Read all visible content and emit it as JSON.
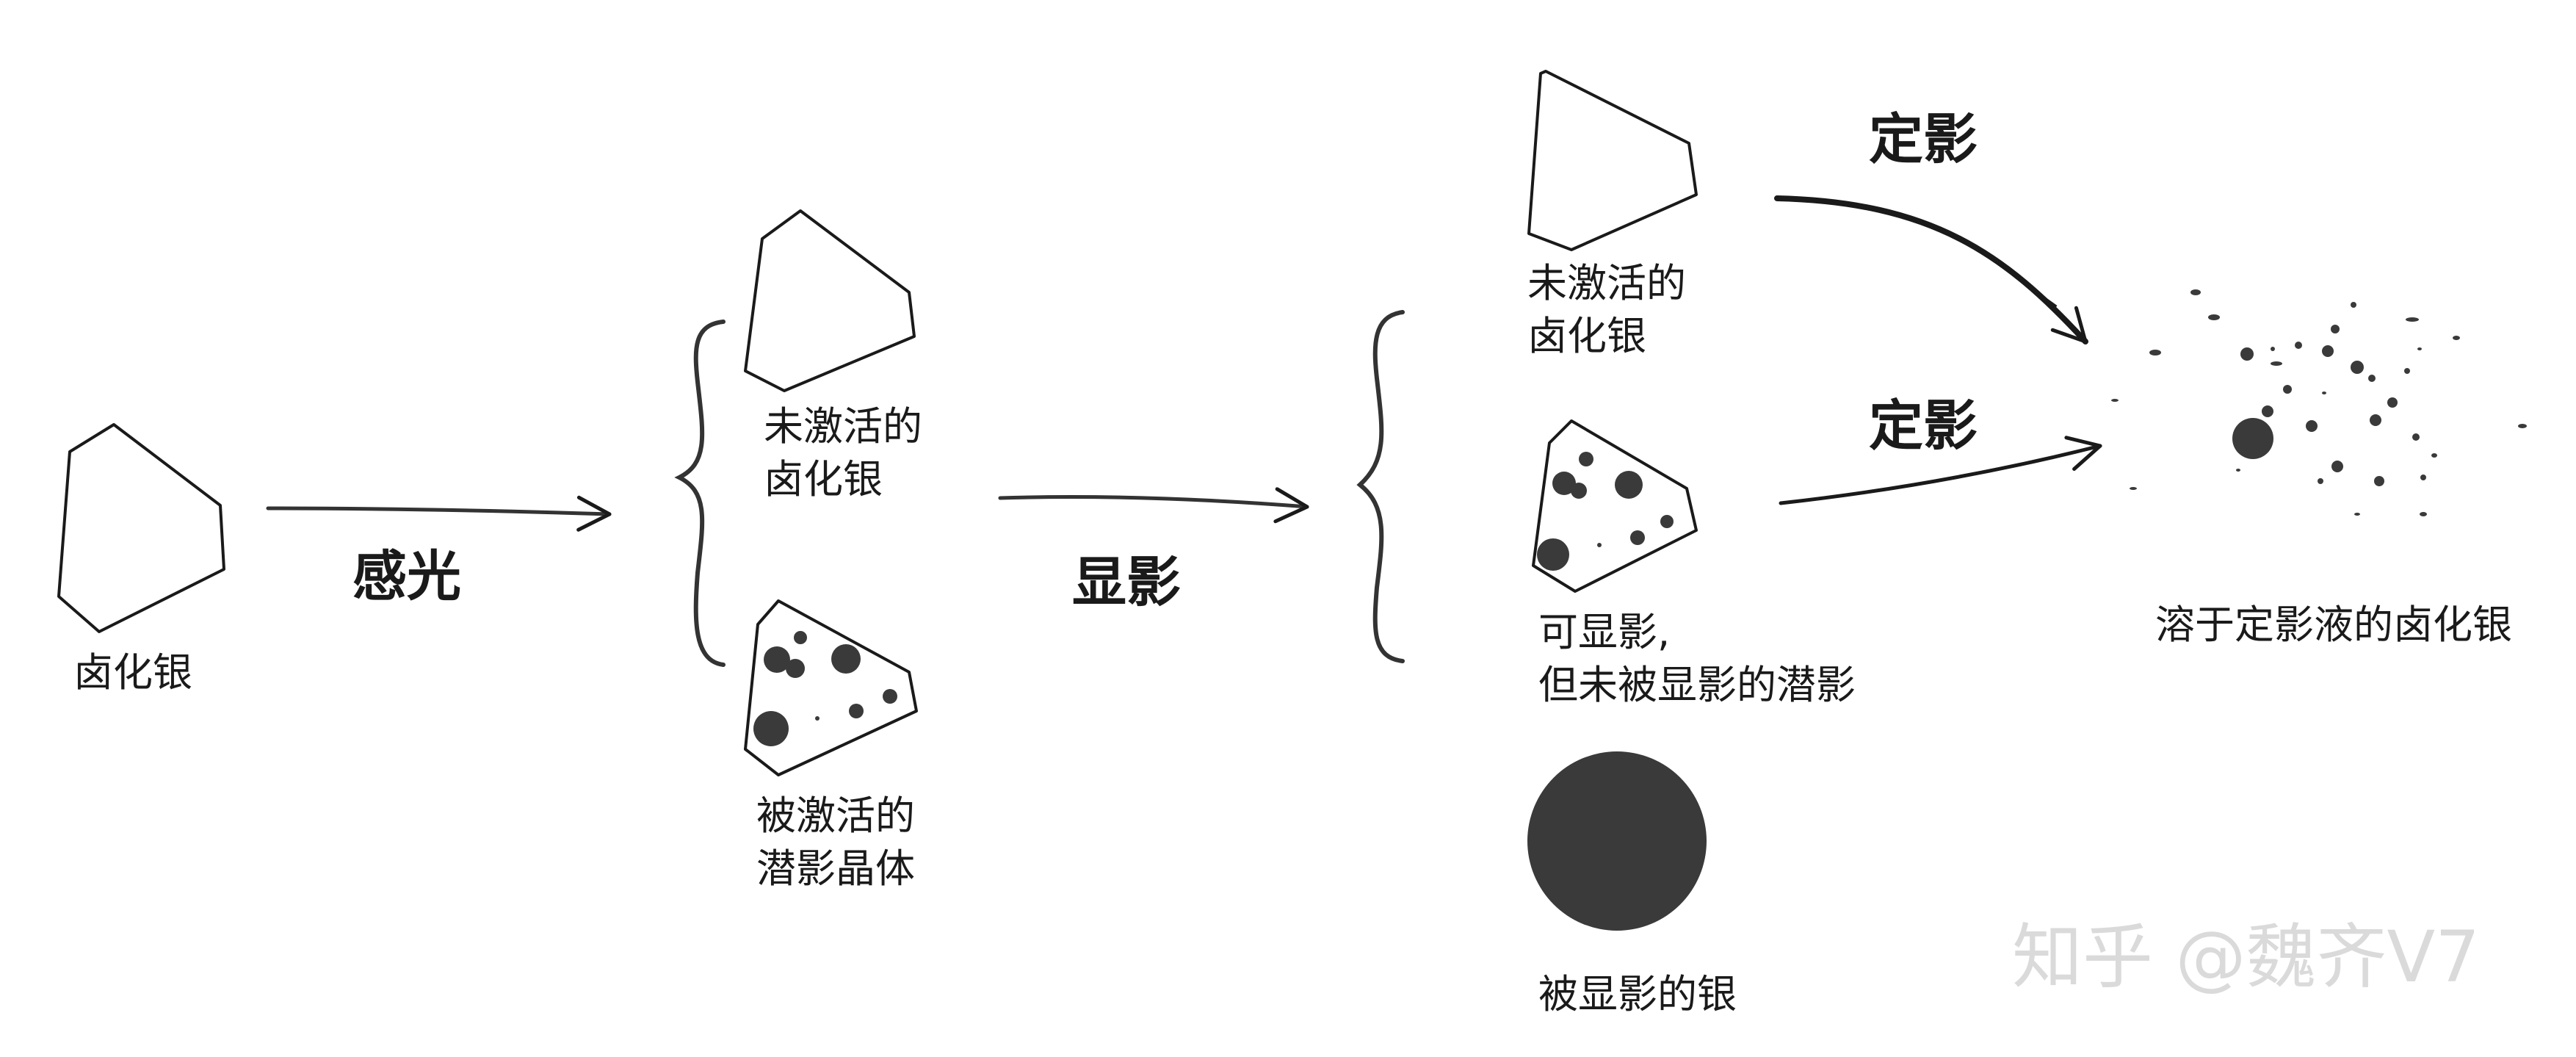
{
  "stage1": {
    "label": "卤化银"
  },
  "arrow1": {
    "label": "感光"
  },
  "stage2": {
    "top_label_line1": "未激活的",
    "top_label_line2": "卤化银",
    "bottom_label_line1": "被激活的",
    "bottom_label_line2": "潜影晶体"
  },
  "arrow2": {
    "label": "显影"
  },
  "stage3": {
    "top_label_line1": "未激活的",
    "top_label_line2": "卤化银",
    "middle_label_line1": "可显影,",
    "middle_label_line2": "但未被显影的潜影",
    "bottom_label": "被显影的银"
  },
  "arrow3a": {
    "label": "定影"
  },
  "arrow3b": {
    "label": "定影"
  },
  "stage4": {
    "label": "溶于定影液的卤化银"
  },
  "watermark": {
    "text": "知乎 @魏齐V7"
  },
  "colors": {
    "stroke": "#1a1a1a",
    "fill_dark": "#3a3a3a",
    "background": "#ffffff"
  }
}
